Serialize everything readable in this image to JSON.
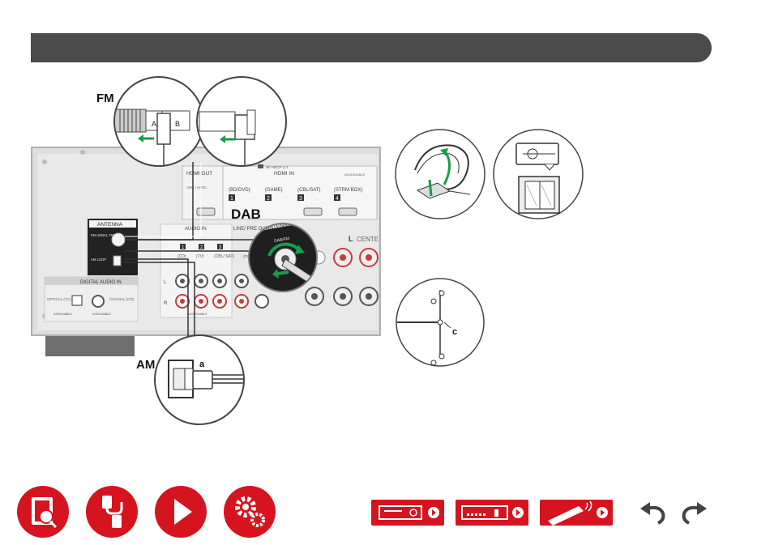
{
  "labels": {
    "fm": "FM",
    "dab": "DAB",
    "am": "AM",
    "a": "a",
    "b_letter": "B",
    "a_letter": "A",
    "c": "c"
  },
  "panel": {
    "hdmi_out": "HDMI OUT",
    "hdmi_arc": "ARC / eARC",
    "hdmi_in": "HDMI IN",
    "hdmi_badge": "4K HDCP 2.3",
    "assignable": "ASSIGNABLE",
    "in1": "(BD/DVD)",
    "in2": "(GAME)",
    "in3": "(CBL/SAT)",
    "in4": "(STRM BOX)",
    "n1": "1",
    "n2": "2",
    "n3": "3",
    "n4": "4",
    "antenna": "ANTENNA",
    "fm_unbal": "FM UNBAL 75Ω",
    "am_loop": "AM LOOP",
    "audio_in": "AUDIO IN",
    "line_pre": "LINE/ PRE OUT",
    "zone": "ZONE",
    "a1": "(CD)",
    "a2": "(TV)",
    "a3": "(CBL/ SAT)",
    "digital_audio_in": "DIGITAL AUDIO IN",
    "optical": "OPTICAL (TV)",
    "coaxial": "COAXIAL (CD)",
    "assignable2": "ASSIGNABLE",
    "assignable3": "ASSIGNABLE",
    "assignable4": "ASSIGNABLE",
    "L": "L",
    "R": "R",
    "center": "CENTE",
    "dab_antenna": "ANTENNA",
    "dab_fm": "DAB/FM"
  },
  "colors": {
    "header": "#4b4b4b",
    "nav_red": "#d6141f",
    "arrow_green": "#1a9c4b"
  },
  "nav": {
    "left_icons": [
      "manual-icon",
      "cable-icon",
      "play-icon",
      "settings-icon"
    ],
    "device_icons": [
      "receiver-icon",
      "rear-panel-icon",
      "remote-icon"
    ],
    "arrows": [
      "undo-icon",
      "redo-icon"
    ]
  }
}
